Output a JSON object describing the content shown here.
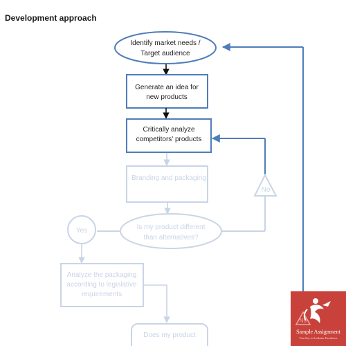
{
  "heading": "Development approach",
  "nodes": {
    "identify": [
      "Identify market needs /",
      "Target audience"
    ],
    "idea": [
      "Generate an idea for",
      "new products"
    ],
    "analyze": [
      "Critically analyze",
      "competitors' products"
    ],
    "branding": [
      "Branding and packaging"
    ],
    "different": [
      "Is my product different",
      "than alternatives?"
    ],
    "packaging": [
      "Analyze the packaging",
      "according to legislative",
      "requirements"
    ],
    "does": [
      "Does my product"
    ]
  },
  "labels": {
    "no": "No",
    "yes": "Yes",
    "no2": "No"
  },
  "logo": {
    "title": "Sample Assignment",
    "tagline": "Your Key to Academic Excellence"
  },
  "colors": {
    "accent": "#4f7dba",
    "faded": "#c9d4e6",
    "logo_bg": "#c8423b",
    "arrow": "#111111"
  }
}
